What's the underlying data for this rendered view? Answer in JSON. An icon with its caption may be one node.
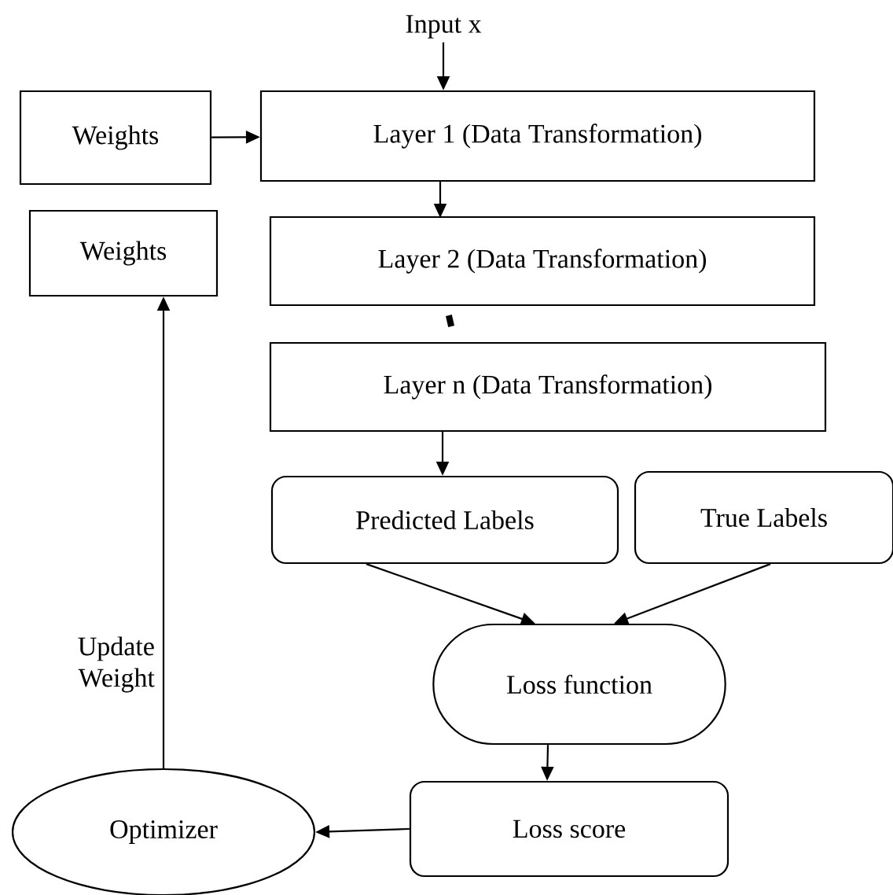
{
  "diagram": {
    "nodes": [
      {
        "text": [
          "Input x"
        ]
      },
      {
        "text": [
          "Weights"
        ]
      },
      {
        "text": [
          "Layer 1 (Data Transformation)"
        ]
      },
      {
        "text": [
          "Weights"
        ]
      },
      {
        "text": [
          "Layer 2 (Data Transformation)"
        ]
      },
      {
        "text": [
          "Layer n (Data Transformation)"
        ]
      },
      {
        "text": [
          "Predicted Labels"
        ]
      },
      {
        "text": [
          "True Labels"
        ]
      },
      {
        "text": [
          "Loss function"
        ]
      },
      {
        "text": [
          "Loss score"
        ]
      },
      {
        "text": [
          "Optimizer"
        ]
      }
    ],
    "edges": [
      {
        "from": 0,
        "to": 2,
        "arrow": "to"
      },
      {
        "from": 1,
        "to": 2,
        "arrow": "to"
      },
      {
        "from": 2,
        "to": 4,
        "arrow": "to"
      },
      {
        "from": 4,
        "to": 5,
        "arrow": "none",
        "style": "thick"
      },
      {
        "from": 5,
        "to": 6,
        "arrow": "to"
      },
      {
        "from": 6,
        "to": 8,
        "arrow": "to"
      },
      {
        "from": 7,
        "to": 8,
        "arrow": "to"
      },
      {
        "from": 8,
        "to": 9,
        "arrow": "to"
      },
      {
        "from": 9,
        "to": 10,
        "arrow": "to"
      },
      {
        "from": 10,
        "to": 3,
        "arrow": "to",
        "label": "Update Weight"
      }
    ]
  }
}
